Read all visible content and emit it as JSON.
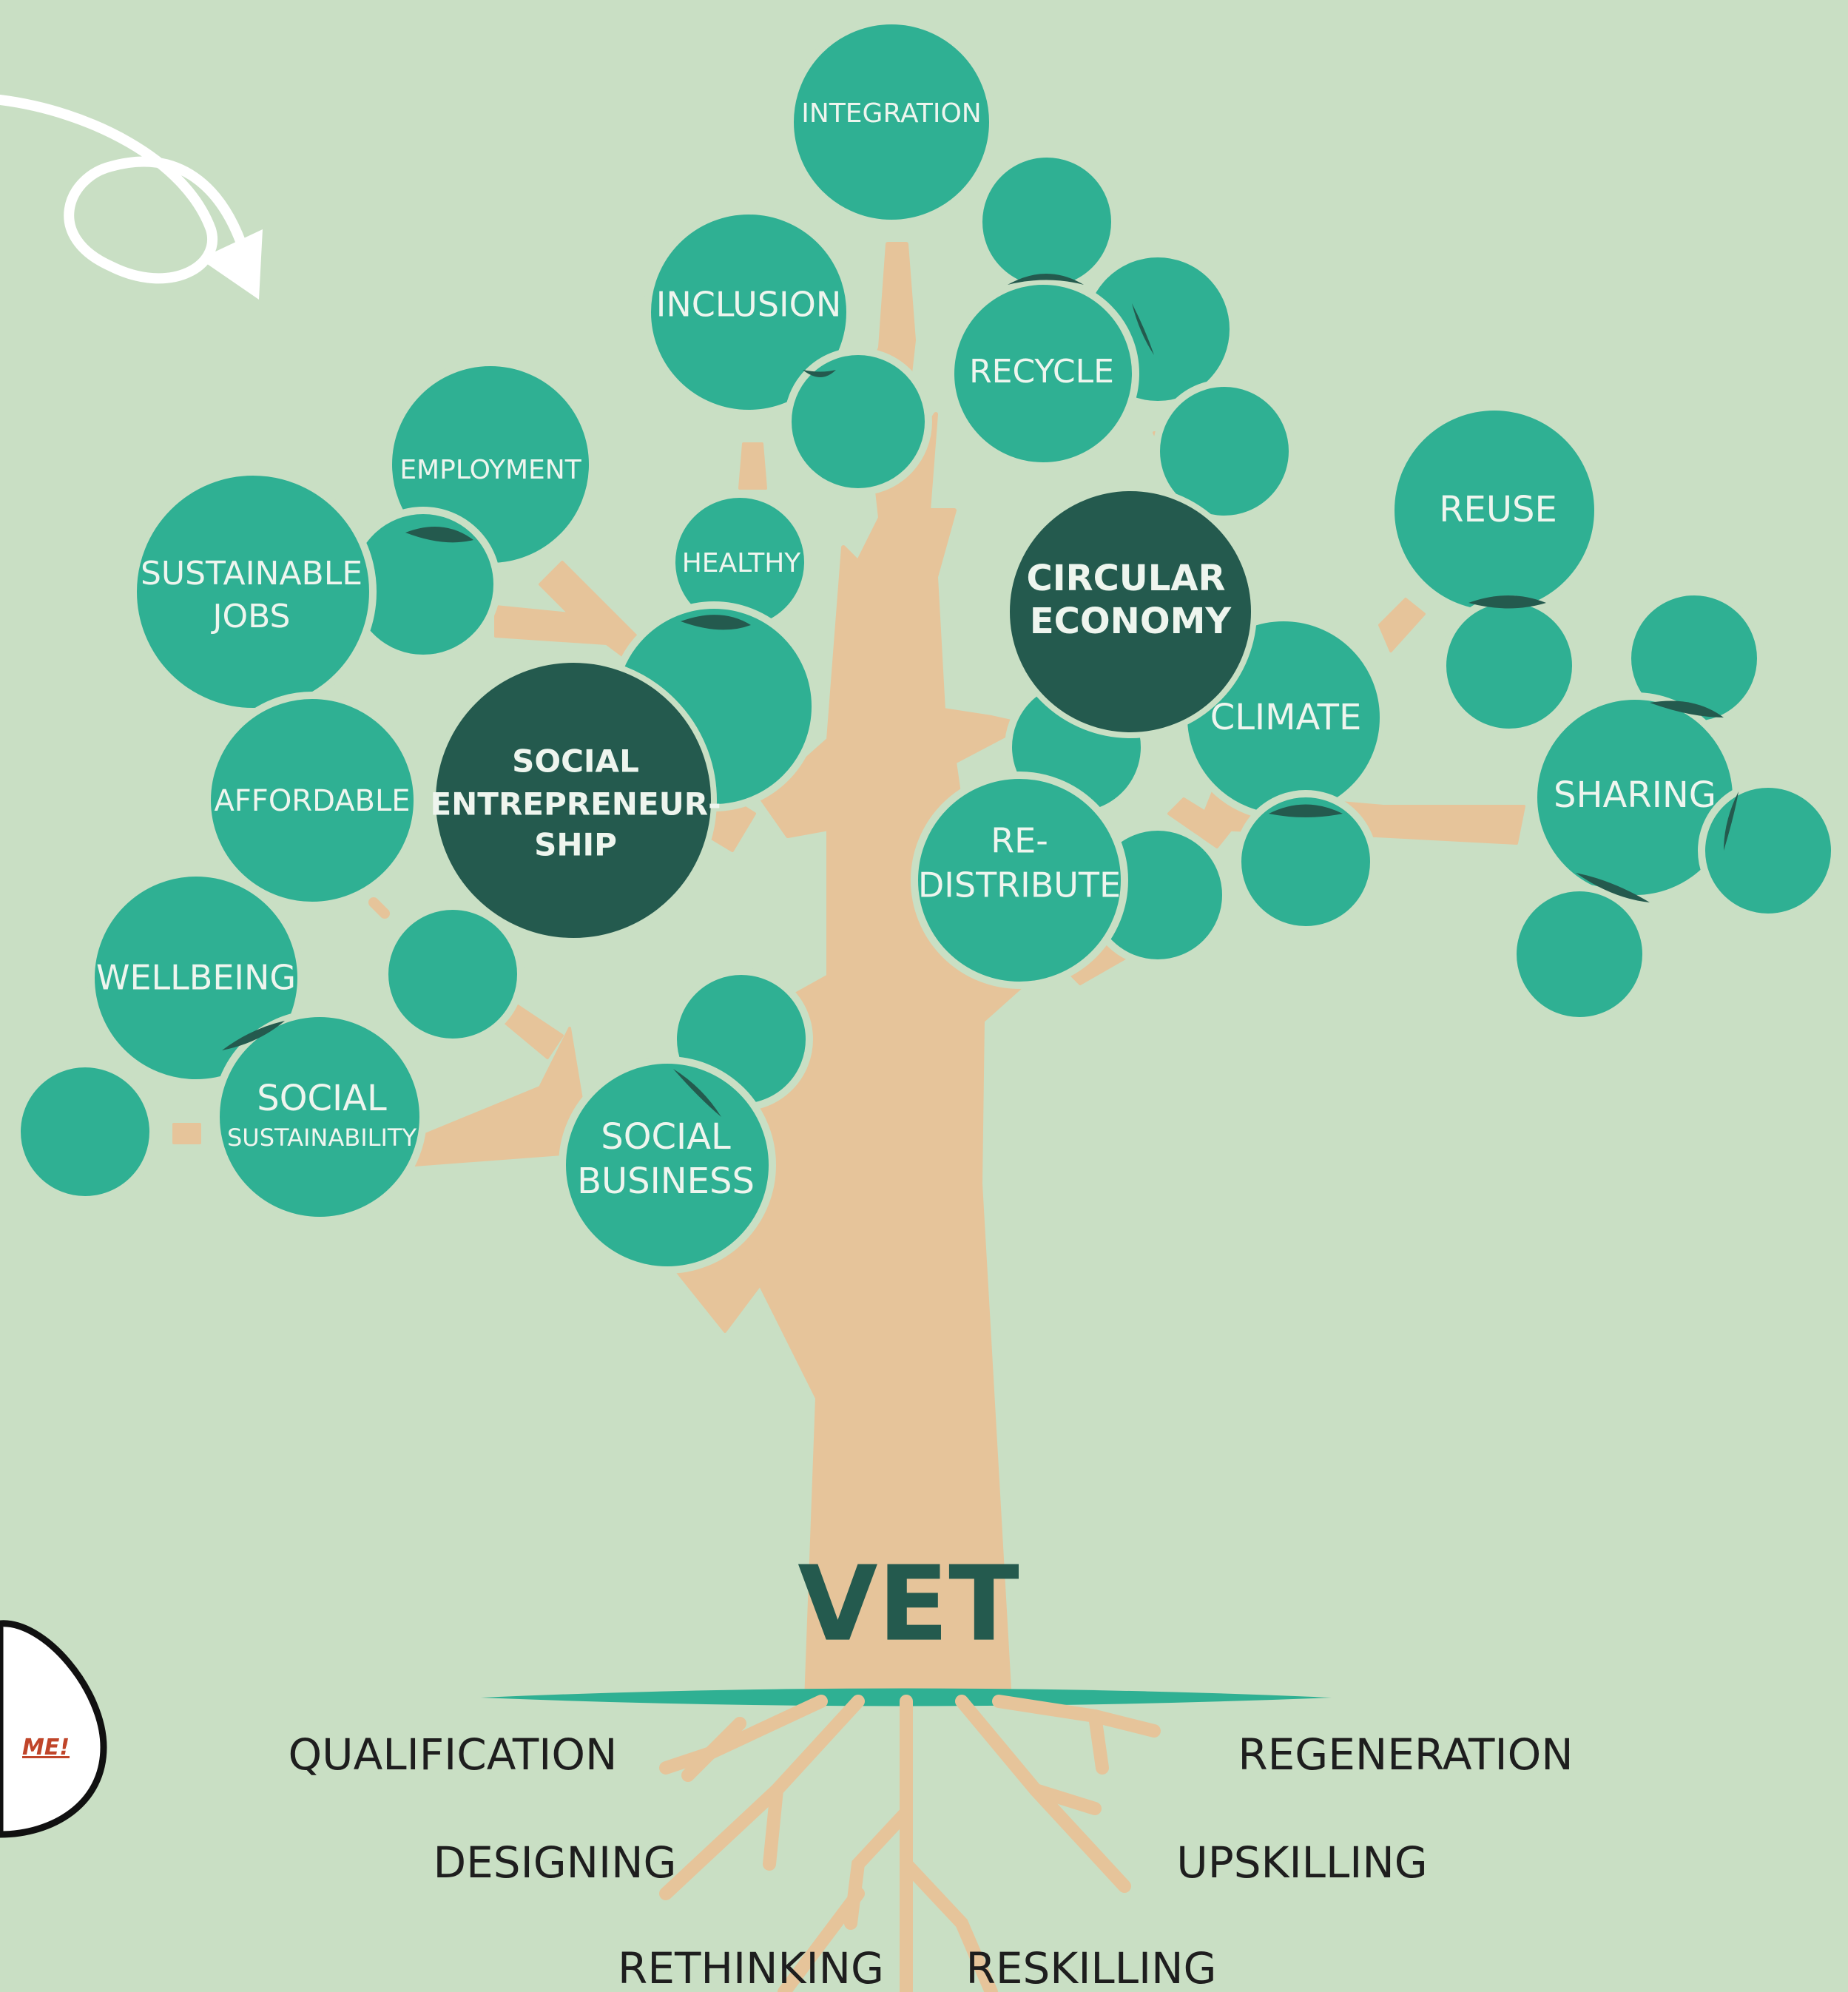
{
  "colors": {
    "background": "#c9dfc4",
    "leaf": "#2fb093",
    "leaf_dark": "#245a4e",
    "trunk": "#e6c49a",
    "ground": "#2fb093",
    "ring": "#c9dfc4"
  },
  "trunk_label": "VET",
  "bubble_text": "ME!",
  "leaves": [
    {
      "id": "integration",
      "text": "INTEGRATION"
    },
    {
      "id": "inclusion",
      "text": "INCLUSION"
    },
    {
      "id": "recycle",
      "text": "RECYCLE"
    },
    {
      "id": "employment",
      "text": "EMPLOYMENT"
    },
    {
      "id": "healthy",
      "text": "HEALTHY"
    },
    {
      "id": "sustainable_jobs_1",
      "text": "SUSTAINABLE"
    },
    {
      "id": "sustainable_jobs_2",
      "text": "JOBS"
    },
    {
      "id": "reuse",
      "text": "REUSE"
    },
    {
      "id": "climate",
      "text": "CLIMATE"
    },
    {
      "id": "sharing",
      "text": "SHARING"
    },
    {
      "id": "affordable",
      "text": "AFFORDABLE"
    },
    {
      "id": "redistribute_1",
      "text": "RE-"
    },
    {
      "id": "redistribute_2",
      "text": "DISTRIBUTE"
    },
    {
      "id": "wellbeing",
      "text": "WELLBEING"
    },
    {
      "id": "social_sust_1",
      "text": "SOCIAL"
    },
    {
      "id": "social_sust_2",
      "text": "SUSTAINABILITY"
    },
    {
      "id": "social_business_1",
      "text": "SOCIAL"
    },
    {
      "id": "social_business_2",
      "text": "BUSINESS"
    }
  ],
  "hubs": {
    "social_entrepreneurship": [
      "SOCIAL",
      "ENTREPRENEUR-",
      "SHIP"
    ],
    "circular_economy": [
      "CIRCULAR",
      "ECONOMY"
    ]
  },
  "roots": [
    "QUALIFICATION",
    "REGENERATION",
    "DESIGNING",
    "UPSKILLING",
    "RETHINKING",
    "RESKILLING"
  ]
}
